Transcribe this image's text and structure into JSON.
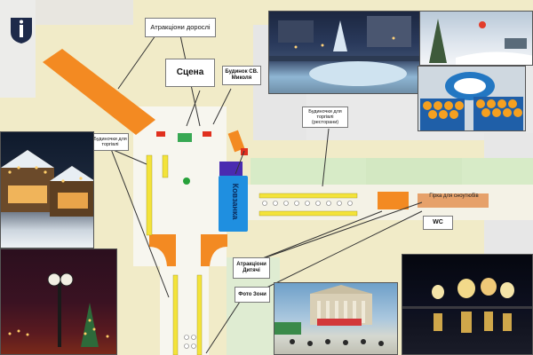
{
  "labels": {
    "atrakt_adult": "Атракціони дорослі",
    "stsena": "Сцена",
    "budynok_mykola": "Будинок СВ. Миколя",
    "budynochky_torgivli_left": "Будиночки для торгівлі",
    "budynochky_torgivli_rest": "Будиночки для торгівлі (ресторани)",
    "kovzanka": "Ковзанка",
    "girka": "Гірка для сноутюбів",
    "wc": "WC",
    "atrakt_kids": "Атракціони Дитячі",
    "foto_zony": "Фото Зони"
  },
  "colors": {
    "orange": "#f38a22",
    "blue": "#1f8fe0",
    "green": "#4ead47",
    "red": "#e0301e",
    "purple": "#4a2bb0",
    "yellow": "#f3e33a",
    "road_grey": "#e4e4e4",
    "park_green": "#cfe6be"
  },
  "icons": {
    "logo": "city-crest-logo"
  }
}
